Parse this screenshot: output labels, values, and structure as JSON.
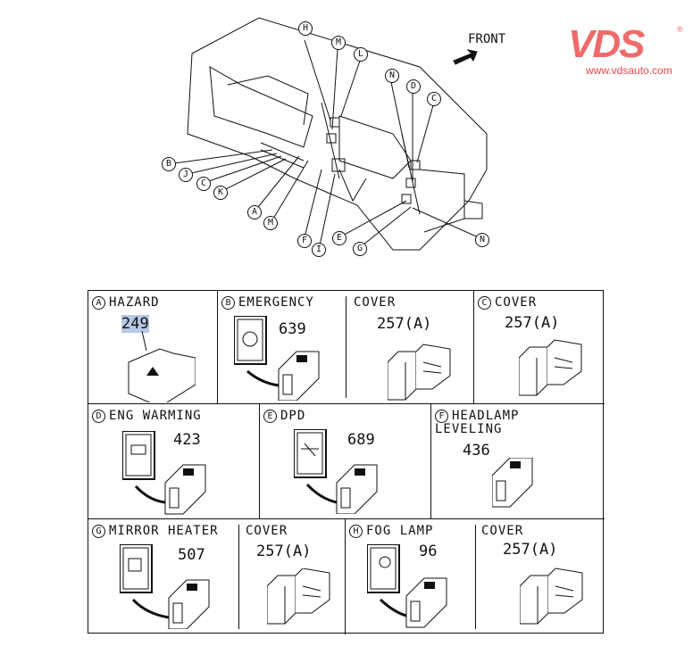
{
  "logo": {
    "text": "VDS",
    "registered": "®",
    "url": "www.vdsauto.com",
    "color": "#f06a6a"
  },
  "overview": {
    "front_label": "FRONT",
    "callouts": [
      "H",
      "M",
      "L",
      "N",
      "D",
      "C",
      "B",
      "J",
      "C",
      "K",
      "A",
      "M",
      "F",
      "I",
      "E",
      "G",
      "N"
    ]
  },
  "cells": [
    {
      "letter": "A",
      "title": "HAZARD",
      "part": "249"
    },
    {
      "letter": "B",
      "title": "EMERGENCY",
      "part": "639"
    },
    {
      "letter": "",
      "title": "COVER",
      "part": "257(A)"
    },
    {
      "letter": "C",
      "title": "COVER",
      "part": "257(A)"
    },
    {
      "letter": "D",
      "title": "ENG WARMING",
      "part": "423"
    },
    {
      "letter": "E",
      "title": "DPD",
      "part": "689"
    },
    {
      "letter": "F",
      "title": "HEADLAMP\nLEVELING",
      "part": "436"
    },
    {
      "letter": "G",
      "title": "MIRROR HEATER",
      "part": "507"
    },
    {
      "letter": "",
      "title": "COVER",
      "part": "257(A)"
    },
    {
      "letter": "H",
      "title": "FOG LAMP",
      "part": "96"
    },
    {
      "letter": "",
      "title": "COVER",
      "part": "257(A)"
    }
  ]
}
